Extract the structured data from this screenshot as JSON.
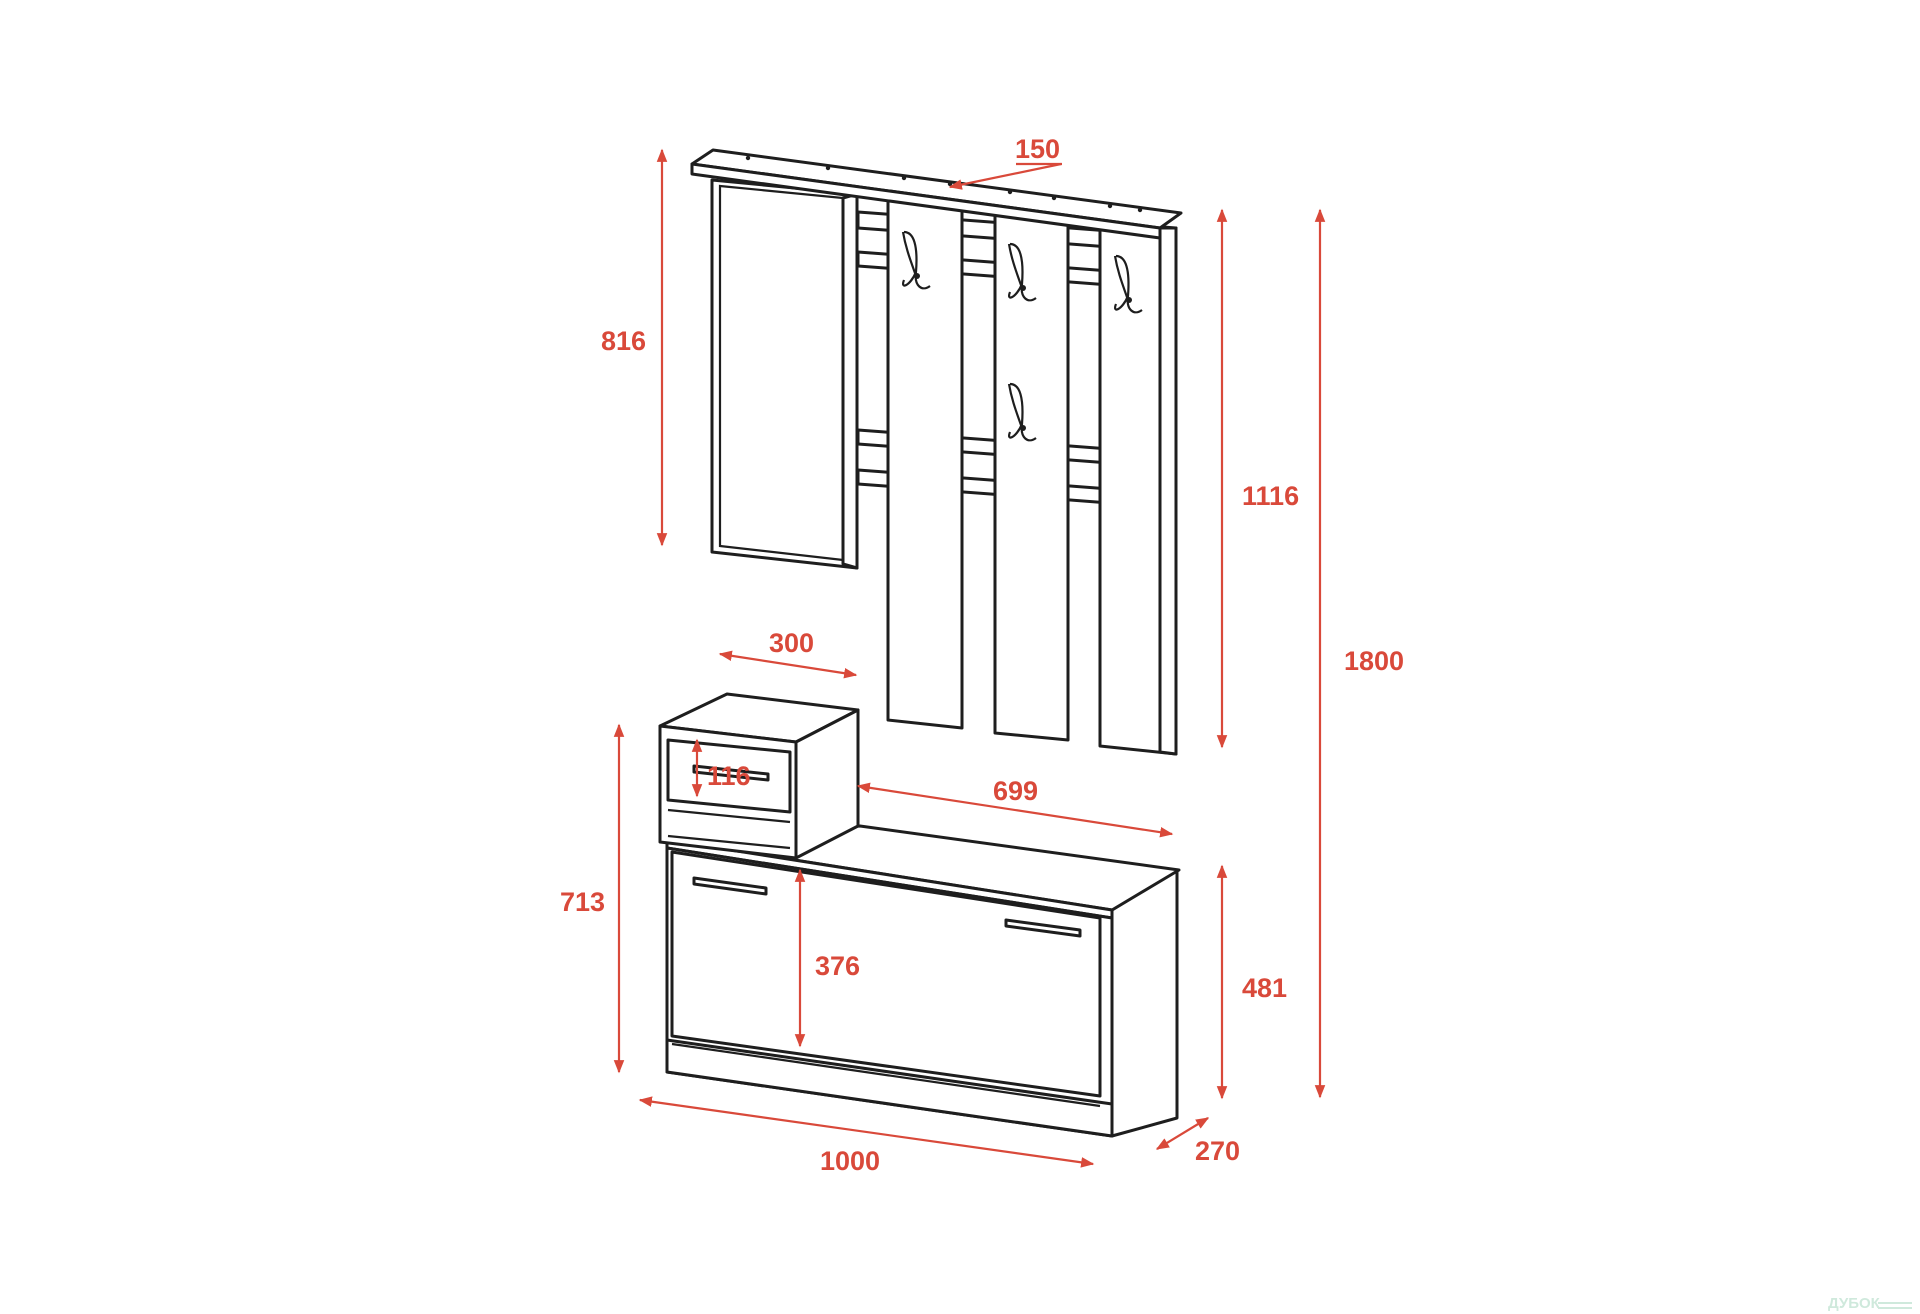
{
  "colors": {
    "dimension": "#d9493a",
    "outline": "#1e1e1e",
    "background": "#ffffff",
    "watermark": "#cfe9dc"
  },
  "dimensions": {
    "d150": "150",
    "d816": "816",
    "d1116": "1116",
    "d1800": "1800",
    "d300": "300",
    "d116": "116",
    "d699": "699",
    "d713": "713",
    "d376": "376",
    "d481": "481",
    "d1000": "1000",
    "d270": "270"
  },
  "watermark": "ДУБОК"
}
